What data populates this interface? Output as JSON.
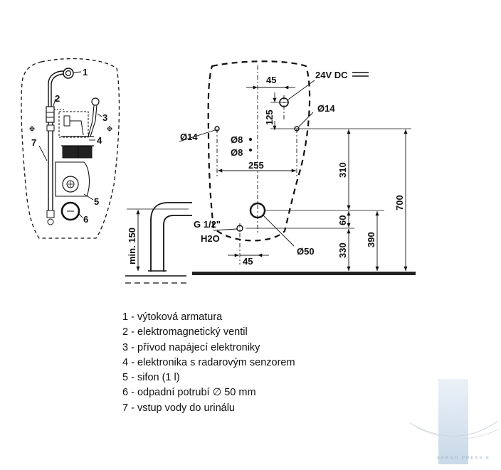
{
  "parts_drawing": {
    "callouts": [
      "1",
      "2",
      "3",
      "4",
      "5",
      "6",
      "7"
    ]
  },
  "dimensions": {
    "d45_top": "45",
    "supply": "24V DC",
    "d125": "125",
    "hole_right": "Ø14",
    "hole_left": "Ø14",
    "hole_small_1": "Ø8",
    "hole_small_2": "Ø8",
    "d255": "255",
    "d310": "310",
    "d700": "700",
    "min150": "min. 150",
    "thread": "G 1/2\"",
    "water": "H2O",
    "d60": "60",
    "d390": "390",
    "d330": "330",
    "d45_bottom": "45",
    "outlet": "Ø50"
  },
  "legend": [
    "1 - výtoková armatura",
    "2 - elektromagnetický ventil",
    "3 - přívod napájecí elektroniky",
    "4 - elektronika s radarovým senzorem",
    "5 - sifon (1 l)",
    "6 - odpadní potrubí ∅ 50 mm",
    "7 - vstup vody do urinálu"
  ],
  "watermark": "VERNO PRESS.E"
}
